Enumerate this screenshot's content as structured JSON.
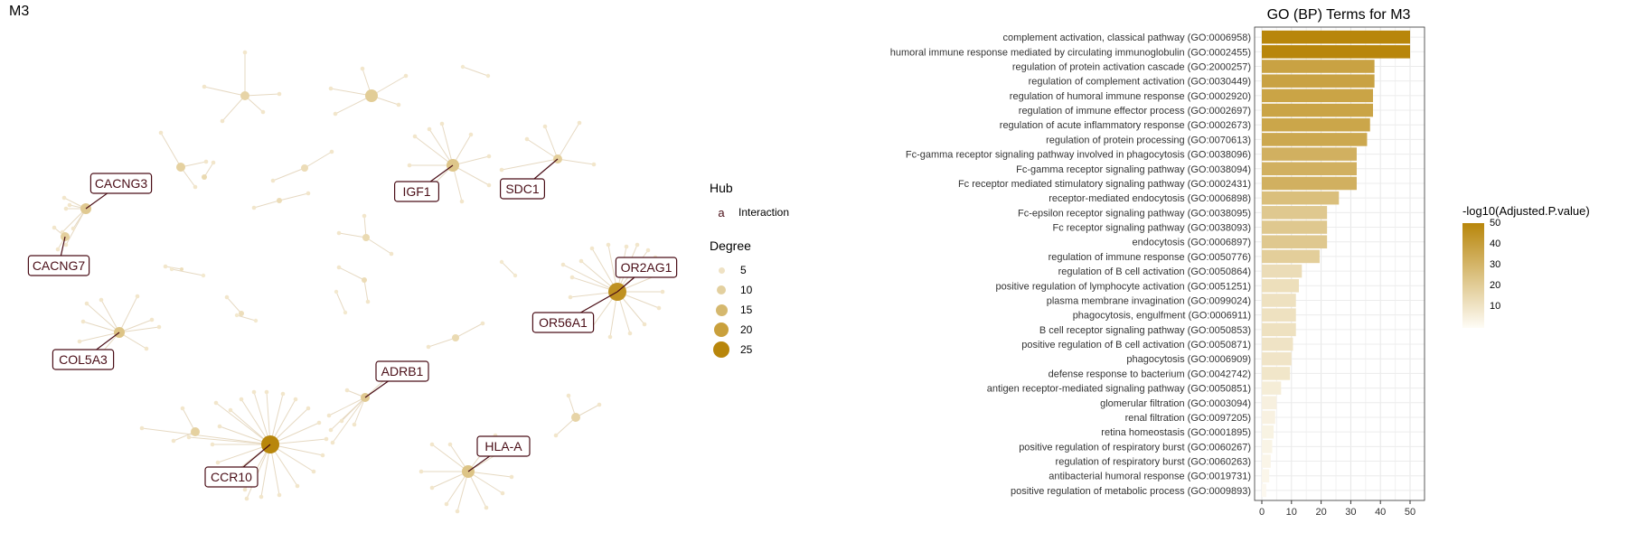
{
  "panel_title": "M3",
  "network": {
    "hub_labels": [
      "CACNG3",
      "CACNG7",
      "COL5A3",
      "IGF1",
      "SDC1",
      "OR2AG1",
      "OR56A1",
      "ADRB1",
      "CCR10",
      "HLA-A"
    ]
  },
  "legend": {
    "hub_title": "Hub",
    "hub_glyph": "a",
    "hub_item": "Interaction",
    "degree_title": "Degree",
    "degree_values": [
      "5",
      "10",
      "15",
      "20",
      "25"
    ]
  },
  "colors": {
    "low": "#fbf6ea",
    "high": "#b8860b",
    "edge": "#e6d9c2",
    "label_border": "#4a0e17",
    "label_text": "#4a0e17"
  },
  "chart_data": {
    "type": "bar",
    "orientation": "horizontal",
    "title": "GO (BP) Terms for M3",
    "xlabel": "",
    "ylabel": "",
    "xlim": [
      0,
      52
    ],
    "xticks": [
      0,
      10,
      20,
      30,
      40,
      50
    ],
    "grid": true,
    "categories": [
      "complement activation, classical pathway (GO:0006958)",
      "humoral immune response mediated by circulating immunoglobulin (GO:0002455)",
      "regulation of protein activation cascade (GO:2000257)",
      "regulation of complement activation (GO:0030449)",
      "regulation of humoral immune response (GO:0002920)",
      "regulation of immune effector process (GO:0002697)",
      "regulation of acute inflammatory response (GO:0002673)",
      "regulation of protein processing (GO:0070613)",
      "Fc-gamma receptor signaling pathway involved in phagocytosis (GO:0038096)",
      "Fc-gamma receptor signaling pathway (GO:0038094)",
      "Fc receptor mediated stimulatory signaling pathway (GO:0002431)",
      "receptor-mediated endocytosis (GO:0006898)",
      "Fc-epsilon receptor signaling pathway (GO:0038095)",
      "Fc receptor signaling pathway (GO:0038093)",
      "endocytosis (GO:0006897)",
      "regulation of immune response (GO:0050776)",
      "regulation of B cell activation (GO:0050864)",
      "positive regulation of lymphocyte activation (GO:0051251)",
      "plasma membrane invagination (GO:0099024)",
      "phagocytosis, engulfment (GO:0006911)",
      "B cell receptor signaling pathway (GO:0050853)",
      "positive regulation of B cell activation (GO:0050871)",
      "phagocytosis (GO:0006909)",
      "defense response to bacterium (GO:0042742)",
      "antigen receptor-mediated signaling pathway (GO:0050851)",
      "glomerular filtration (GO:0003094)",
      "renal filtration (GO:0097205)",
      "retina homeostasis (GO:0001895)",
      "positive regulation of respiratory burst (GO:0060267)",
      "regulation of respiratory burst (GO:0060263)",
      "antibacterial humoral response (GO:0019731)",
      "positive regulation of metabolic process (GO:0009893)"
    ],
    "values": [
      50,
      50,
      38,
      38,
      37.5,
      37.5,
      36.5,
      35.5,
      32,
      32,
      32,
      26,
      22,
      22,
      22,
      19.5,
      13.5,
      12.5,
      11.5,
      11.5,
      11.5,
      10.5,
      10,
      9.5,
      6.5,
      5,
      4.5,
      4,
      3.5,
      3,
      2.5,
      1.5
    ],
    "legend": {
      "title": "-log10(Adjusted.P.value)",
      "ticks": [
        10,
        20,
        30,
        40,
        50
      ],
      "range": [
        0,
        50
      ],
      "position": "right"
    }
  }
}
